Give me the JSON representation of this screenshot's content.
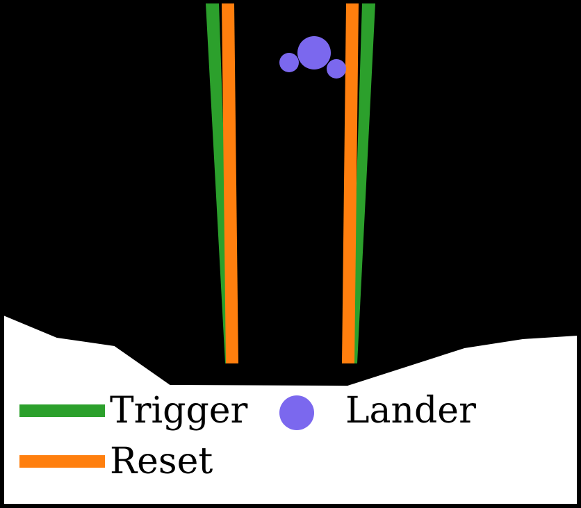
{
  "scene": {
    "background_color": "#000000",
    "terrain_color": "#ffffff",
    "trigger_color": "#2ca02c",
    "reset_color": "#ff7f0e",
    "lander_color": "#7b68ee"
  },
  "legend": {
    "items": [
      {
        "label": "Trigger",
        "color": "#2ca02c",
        "marker": "line"
      },
      {
        "label": "Lander",
        "color": "#7b68ee",
        "marker": "circle"
      },
      {
        "label": "Reset",
        "color": "#ff7f0e",
        "marker": "line"
      }
    ]
  }
}
